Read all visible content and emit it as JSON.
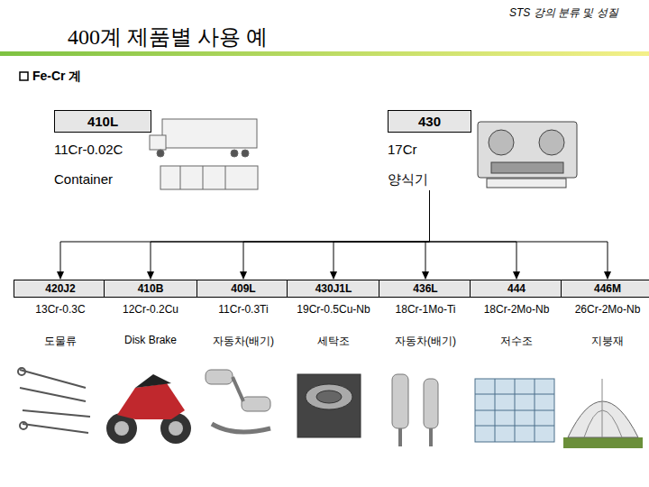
{
  "diagram": {
    "title": "400계 제품별 사용 예",
    "nodes": [
      {
        "text": [
          "410L",
          "11Cr-0.02C",
          "Container"
        ]
      },
      {
        "text": [
          "430",
          "17Cr",
          "양식기"
        ]
      },
      {
        "text": [
          "420J2",
          "13Cr-0.3C",
          "도물류"
        ]
      },
      {
        "text": [
          "410B",
          "12Cr-0.2Cu",
          "Disk Brake"
        ]
      },
      {
        "text": [
          "409L",
          "11Cr-0.3Ti",
          "자동차(배기)"
        ]
      },
      {
        "text": [
          "430J1L",
          "19Cr-0.5Cu-Nb",
          "세탁조"
        ]
      },
      {
        "text": [
          "436L",
          "18Cr-1Mo-Ti",
          "자동차(배기)"
        ]
      },
      {
        "text": [
          "444",
          "18Cr-2Mo-Nb",
          "저수조"
        ]
      },
      {
        "text": [
          "446M",
          "26Cr-2Mo-Nb",
          "지붕재"
        ]
      }
    ],
    "edges": [
      {
        "from": 1,
        "to": 2,
        "arrow": "to"
      },
      {
        "from": 1,
        "to": 3,
        "arrow": "to"
      },
      {
        "from": 1,
        "to": 4,
        "arrow": "to"
      },
      {
        "from": 1,
        "to": 5,
        "arrow": "to"
      },
      {
        "from": 1,
        "to": 6,
        "arrow": "to"
      },
      {
        "from": 1,
        "to": 7,
        "arrow": "to"
      },
      {
        "from": 1,
        "to": 8,
        "arrow": "to"
      }
    ],
    "labels": [
      "STS 강의 분류 및 성질",
      "Fe-Cr 계"
    ]
  }
}
